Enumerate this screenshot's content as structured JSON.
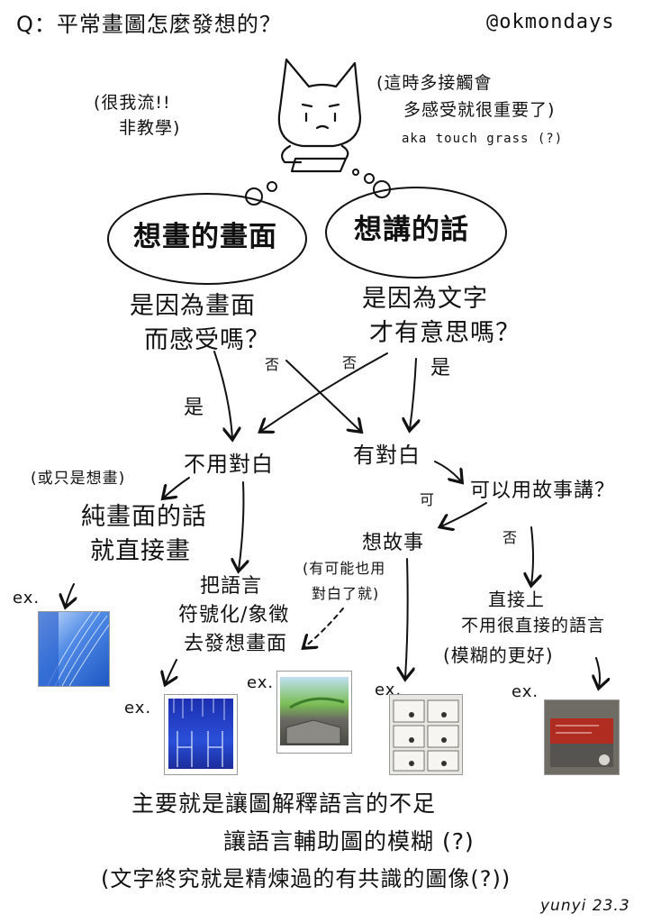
{
  "header": {
    "question": "Q：平常畫圖怎麼發想的？",
    "handle": "@okmondays"
  },
  "notes": {
    "left_line1": "(很我流!!",
    "left_line2": "非教學)",
    "right_line1": "(這時多接觸會",
    "right_line2": "多感受就很重要了)",
    "right_line3": "aka touch grass (?)"
  },
  "bubbles": {
    "left": "想畫的畫面",
    "right": "想講的話"
  },
  "questions": {
    "left_line1": "是因為畫面",
    "left_line2": "而感受嗎？",
    "right_line1": "是因為文字",
    "right_line2": "才有意思嗎？"
  },
  "branch_labels": {
    "left_no": "否",
    "right_no": "否",
    "left_yes": "是",
    "right_yes": "是",
    "story_yes": "可",
    "story_no": "否"
  },
  "nodes": {
    "no_dialogue": "不用對白",
    "has_dialogue": "有對白",
    "can_story": "可以用故事講？",
    "pure_note": "(或只是想畫)",
    "pure_line1": "純畫面的話",
    "pure_line2": "就直接畫",
    "symbol_line1": "把語言",
    "symbol_line2": "符號化/象徵",
    "symbol_line3": "去發想畫面",
    "story": "想故事",
    "story_note_line1": "(有可能也用",
    "story_note_line2": "對白了就)",
    "direct_line1": "直接上",
    "direct_line2": "不用很直接的語言",
    "direct_line3": "(模糊的更好)"
  },
  "ex_labels": [
    "ex.",
    "ex.",
    "ex.",
    "ex.",
    "ex."
  ],
  "footer": {
    "line1": "主要就是讓圖解釋語言的不足",
    "line2": "讓語言輔助圖的模糊 (?)",
    "line3": "(文字終究就是精煉過的有共識的圖像(?))",
    "signature": "yunyi 23.3"
  },
  "colors": {
    "ink": "#111111",
    "blue_art": "#2d6fd6",
    "night_art": "#1a2b9a",
    "green_art": "#6fae4a",
    "gray_art": "#7a7a78",
    "red_art": "#a8281e"
  }
}
